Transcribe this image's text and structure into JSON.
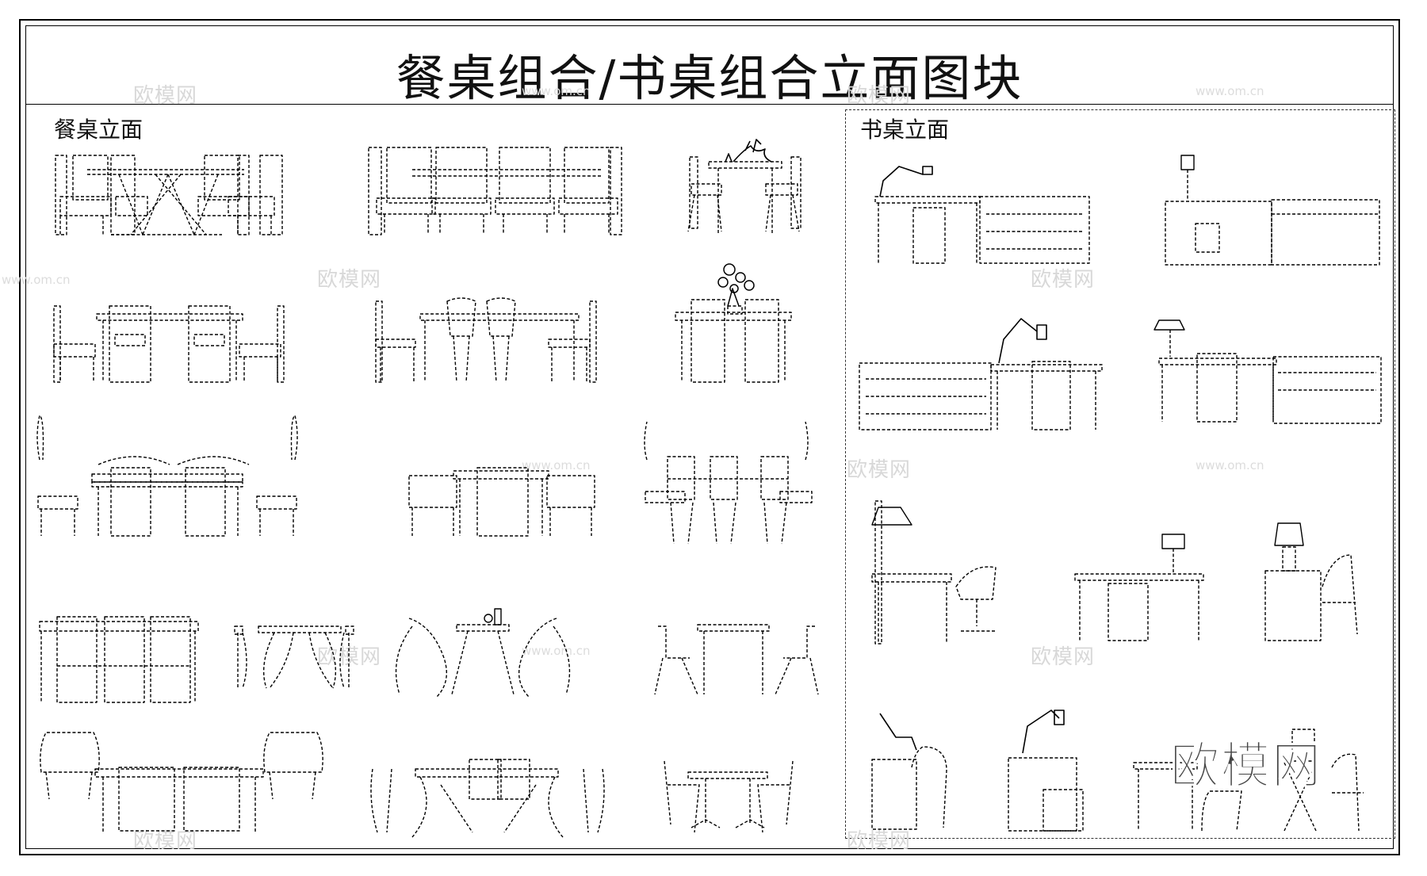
{
  "title": "餐桌组合/书桌组合立面图块",
  "sections": {
    "dining_label": "餐桌立面",
    "desk_label": "书桌立面"
  },
  "watermark": {
    "text": "欧模网",
    "url": "www.om.cn",
    "big_text": "欧模网"
  },
  "colors": {
    "line": "#000000",
    "background": "#ffffff",
    "watermark": "#d8d8d8"
  }
}
